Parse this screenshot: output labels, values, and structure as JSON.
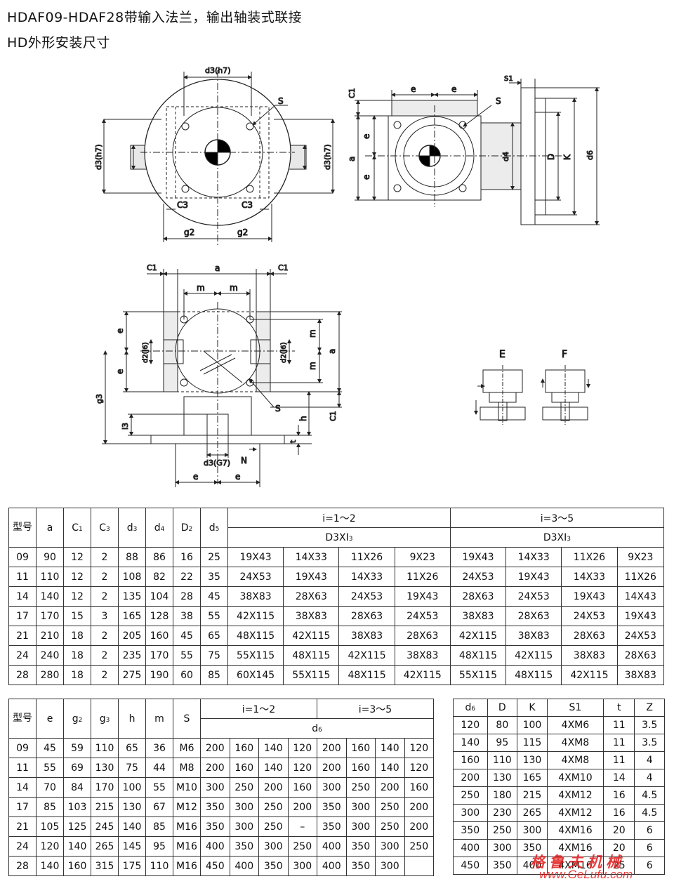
{
  "titles": {
    "line1": "HDAF09-HDAF28带输入法兰，输出轴装式联接",
    "line2": "HD外形安装尺寸"
  },
  "drawing_labels": {
    "front": {
      "d3h7_top": "d3(h7)",
      "d3h7_left": "d3(h7)",
      "d3h7_right": "d3(h7)",
      "s": "S",
      "c3_left": "C3",
      "c3_right": "C3",
      "g2_left": "g2",
      "g2_right": "g2"
    },
    "side": {
      "c1": "C1",
      "e_top1": "e",
      "e_top2": "e",
      "s1": "S1",
      "s": "S",
      "e_v1": "e",
      "e_v2": "e",
      "a": "a",
      "d4": "d4",
      "D": "D",
      "K": "K",
      "d6": "d6"
    },
    "bottom": {
      "c1_left": "C1",
      "a": "a",
      "c1_right": "C1",
      "m1": "m",
      "m2": "m",
      "e1": "e",
      "e2": "e",
      "d2j6_left": "d2(j6)",
      "d2j6_right": "d2(j6)",
      "m_v1": "m",
      "m_v2": "m",
      "a_v": "a",
      "g3": "g3",
      "s": "S",
      "c1_v": "C1",
      "h": "h",
      "l3": "l3",
      "t": "t",
      "d3g7": "d3(G7)",
      "n": "N",
      "e_b1": "e",
      "e_b2": "e"
    },
    "ef": {
      "E": "E",
      "F": "F"
    }
  },
  "table1": {
    "header": {
      "type": "型号",
      "a": "a",
      "c1": "C",
      "c1_sub": "1",
      "c3": "C",
      "c3_sub": "3",
      "d3": "d",
      "d3_sub": "3",
      "d4": "d",
      "d4_sub": "4",
      "D2": "D",
      "D2_sub": "2",
      "d5": "d",
      "d5_sub": "5",
      "group1": "i=1～2",
      "group2": "i=3～5",
      "sub1": "D3XI",
      "sub1_sub": "3",
      "sub2": "D3XI",
      "sub2_sub": "3"
    },
    "rows": [
      [
        "09",
        "90",
        "12",
        "2",
        "88",
        "86",
        "16",
        "25",
        "19X43",
        "14X33",
        "11X26",
        "9X23",
        "19X43",
        "14X33",
        "11X26",
        "9X23"
      ],
      [
        "11",
        "110",
        "12",
        "2",
        "108",
        "82",
        "22",
        "35",
        "24X53",
        "19X43",
        "14X33",
        "11X26",
        "24X53",
        "19X43",
        "14X33",
        "11X26"
      ],
      [
        "14",
        "140",
        "12",
        "2",
        "135",
        "104",
        "28",
        "45",
        "38X83",
        "28X63",
        "24X53",
        "19X43",
        "28X63",
        "24X53",
        "19X43",
        "14X43"
      ],
      [
        "17",
        "170",
        "15",
        "3",
        "165",
        "128",
        "38",
        "55",
        "42X115",
        "38X83",
        "28X63",
        "24X53",
        "38X83",
        "28X63",
        "24X53",
        "19X43"
      ],
      [
        "21",
        "210",
        "18",
        "2",
        "205",
        "160",
        "45",
        "65",
        "48X115",
        "42X115",
        "38X83",
        "28X63",
        "42X115",
        "38X83",
        "28X63",
        "24X53"
      ],
      [
        "24",
        "240",
        "18",
        "2",
        "235",
        "170",
        "55",
        "75",
        "55X115",
        "48X115",
        "42X115",
        "38X83",
        "48X115",
        "42X115",
        "38X83",
        "28X63"
      ],
      [
        "28",
        "280",
        "18",
        "2",
        "275",
        "190",
        "60",
        "85",
        "60X145",
        "55X115",
        "48X115",
        "42X115",
        "55X115",
        "48X115",
        "42X115",
        "38X83"
      ]
    ]
  },
  "table2": {
    "header": {
      "type": "型号",
      "e": "e",
      "g2": "g",
      "g2_sub": "2",
      "g3": "g",
      "g3_sub": "3",
      "h": "h",
      "m": "m",
      "s": "S",
      "group1": "i=1～2",
      "group2": "i=3～5",
      "d6": "d",
      "d6_sub": "6"
    },
    "rows": [
      [
        "09",
        "45",
        "59",
        "110",
        "65",
        "36",
        "M6",
        "200",
        "160",
        "140",
        "120",
        "200",
        "160",
        "140",
        "120"
      ],
      [
        "11",
        "55",
        "69",
        "130",
        "75",
        "44",
        "M8",
        "200",
        "160",
        "140",
        "120",
        "200",
        "160",
        "140",
        "120"
      ],
      [
        "14",
        "70",
        "84",
        "170",
        "100",
        "55",
        "M10",
        "300",
        "250",
        "200",
        "160",
        "300",
        "250",
        "200",
        "160"
      ],
      [
        "17",
        "85",
        "103",
        "215",
        "130",
        "67",
        "M12",
        "350",
        "300",
        "250",
        "200",
        "350",
        "300",
        "250",
        "200"
      ],
      [
        "21",
        "105",
        "125",
        "245",
        "140",
        "85",
        "M16",
        "350",
        "300",
        "250",
        "–",
        "350",
        "300",
        "250",
        "200"
      ],
      [
        "24",
        "120",
        "140",
        "265",
        "145",
        "95",
        "M16",
        "400",
        "350",
        "300",
        "250",
        "400",
        "350",
        "300",
        "250"
      ],
      [
        "28",
        "140",
        "160",
        "315",
        "175",
        "110",
        "M16",
        "450",
        "400",
        "350",
        "300",
        "400",
        "350",
        "300",
        ""
      ]
    ]
  },
  "table3": {
    "header": {
      "d6": "d",
      "d6_sub": "6",
      "D": "D",
      "K": "K",
      "S1": "S1",
      "t": "t",
      "Z": "Z"
    },
    "rows": [
      [
        "120",
        "80",
        "100",
        "4XM6",
        "11",
        "3.5"
      ],
      [
        "140",
        "95",
        "115",
        "4XM8",
        "11",
        "3.5"
      ],
      [
        "160",
        "110",
        "130",
        "4XM8",
        "11",
        "4"
      ],
      [
        "200",
        "130",
        "165",
        "4XM10",
        "14",
        "4"
      ],
      [
        "250",
        "180",
        "215",
        "4XM12",
        "16",
        "4.5"
      ],
      [
        "300",
        "230",
        "265",
        "4XM12",
        "16",
        "4.5"
      ],
      [
        "350",
        "250",
        "300",
        "4XM16",
        "20",
        "6"
      ],
      [
        "400",
        "300",
        "350",
        "4XM16",
        "20",
        "6"
      ],
      [
        "450",
        "350",
        "400",
        "4XM16",
        "25",
        "6"
      ]
    ]
  },
  "watermark": {
    "cn": "格鲁夫机械",
    "url": "www.GeLufu.com"
  }
}
